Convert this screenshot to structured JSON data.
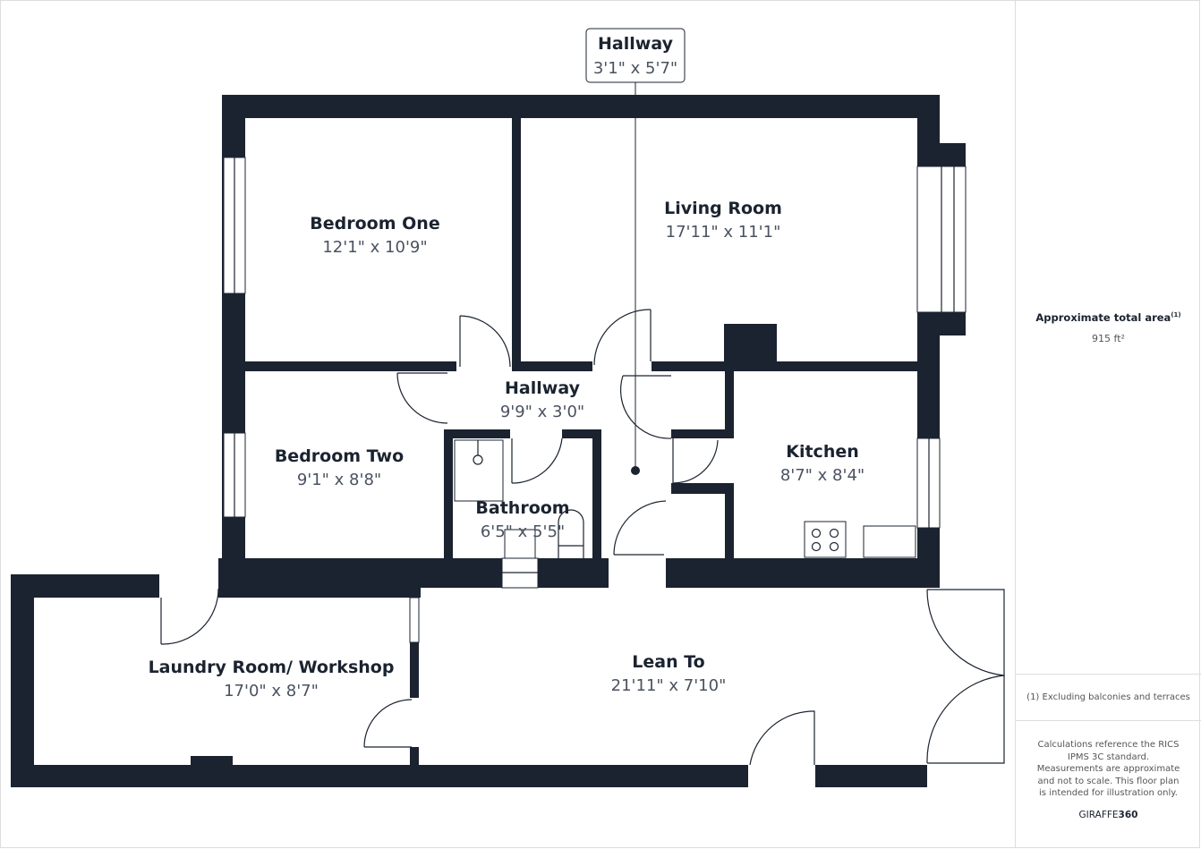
{
  "rooms": {
    "hallway_callout": {
      "name": "Hallway",
      "dims": "3'1\" x 5'7\""
    },
    "bedroom_one": {
      "name": "Bedroom One",
      "dims": "12'1\" x 10'9\""
    },
    "living_room": {
      "name": "Living Room",
      "dims": "17'11\" x 11'1\""
    },
    "hallway": {
      "name": "Hallway",
      "dims": "9'9\" x 3'0\""
    },
    "bedroom_two": {
      "name": "Bedroom Two",
      "dims": "9'1\" x 8'8\""
    },
    "kitchen": {
      "name": "Kitchen",
      "dims": "8'7\" x 8'4\""
    },
    "bathroom": {
      "name": "Bathroom",
      "dims": "6'5\" x 5'5\""
    },
    "laundry": {
      "name": "Laundry Room/ Workshop",
      "dims": "17'0\" x 8'7\""
    },
    "lean_to": {
      "name": "Lean To",
      "dims": "21'11\" x 7'10\""
    }
  },
  "panel": {
    "area_title": "Approximate total area",
    "area_note_mark": "(1)",
    "area_value": "915 ft²",
    "footnote": "(1) Excluding balconies and terraces",
    "disclaimer": "Calculations reference the RICS IPMS 3C standard. Measurements are approximate and not to scale. This floor plan is intended for illustration only.",
    "brand_prefix": "GIRAFFE",
    "brand_suffix": "360"
  },
  "colors": {
    "wall": "#1b2330",
    "text_dim": "#4a5260"
  }
}
